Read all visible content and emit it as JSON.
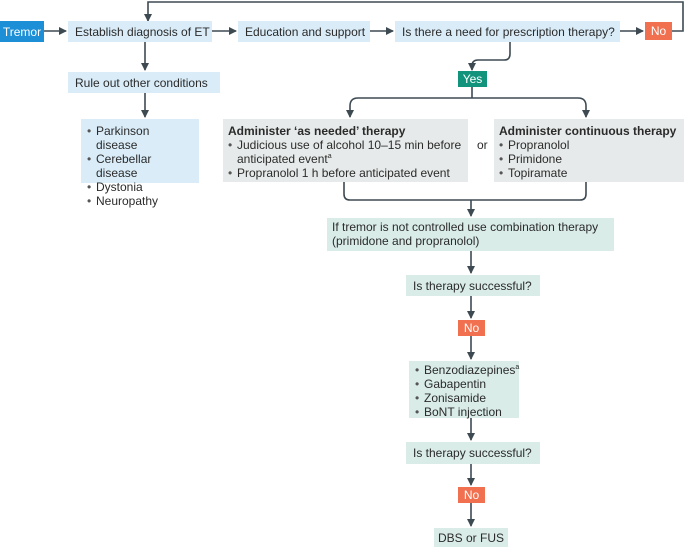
{
  "nodes": {
    "tremor": "Tremor",
    "establish": "Establish diagnosis of ET",
    "education": "Education and support",
    "need_prescription": "Is there a need for prescription therapy?",
    "no_1": "No",
    "yes": "Yes",
    "rule_out": "Rule out other conditions",
    "conditions": [
      "Parkinson disease",
      "Cerebellar disease",
      "Dystonia",
      "Neuropathy"
    ],
    "as_needed_title": "Administer ‘as needed’ therapy",
    "as_needed_item1": "Judicious use of alcohol 10–15 min before anticipated event",
    "as_needed_item1_mark": "a",
    "as_needed_item2": "Propranolol 1 h before anticipated event",
    "or": "or",
    "continuous_title": "Administer continuous therapy",
    "continuous_items": [
      "Propranolol",
      "Primidone",
      "Topiramate"
    ],
    "combination": "If tremor is not controlled use combination therapy (primidone and propranolol)",
    "success_1": "Is therapy successful?",
    "no_2": "No",
    "second_line_first": "Benzodiazepines",
    "second_line_first_mark": "a",
    "second_line_rest": [
      "Gabapentin",
      "Zonisamide",
      "BoNT injection"
    ],
    "success_2": "Is therapy successful?",
    "no_3": "No",
    "final": "DBS or FUS"
  },
  "colors": {
    "start": "#1c8fd6",
    "blue_box": "#d9ecf8",
    "teal_box": "#d9ece8",
    "grey_box": "#e7eaea",
    "no_badge": "#f0704f",
    "yes_badge": "#12947c",
    "arrow": "#3d4a52"
  }
}
